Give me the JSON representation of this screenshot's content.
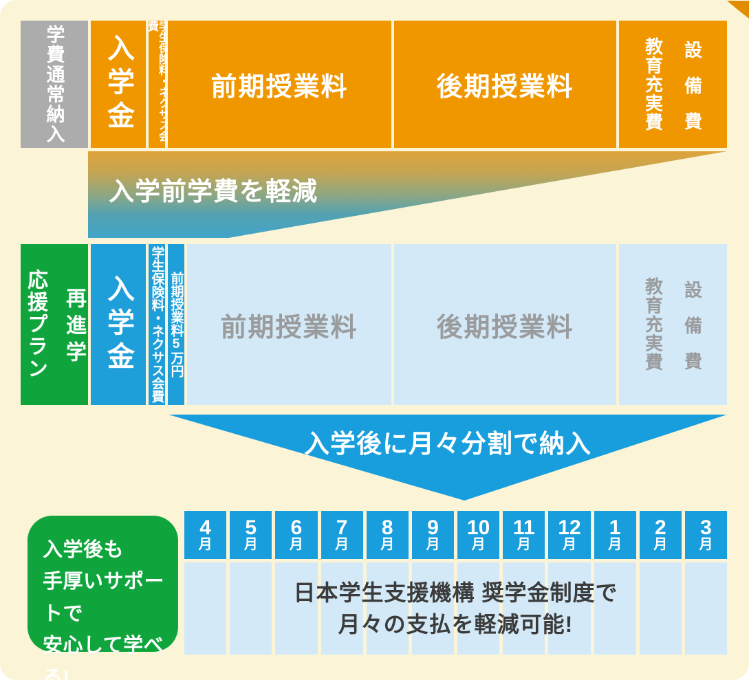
{
  "colors": {
    "card_background": "#FBF4D7",
    "orange": "#F09700",
    "gray_label": "#ACACAD",
    "green": "#0FA53C",
    "blue": "#1E9FDA",
    "light_blue": "#D3E9F7",
    "light_blue_text": "#9A9B9D",
    "note_text": "#3B3B3B",
    "wedge_gradient_top": "#DFA33A",
    "wedge_gradient_bottom": "#41A4C9"
  },
  "row_normal": {
    "label": "学費通常納入",
    "admission_fee": "入学金",
    "insurance_fee": "学生保険料・ネクサス会費",
    "first_tuition": "前期授業料",
    "second_tuition": "後期授業料",
    "facility_fee_col_left": "教育充実費",
    "facility_fee_col_right": "設備費"
  },
  "banners": {
    "pre_admission": "入学前学費を軽減",
    "installment": "入学後に月々分割で納入"
  },
  "row_plan": {
    "label_col_right": "再進学",
    "label_col_left": "応援プラン",
    "admission_fee": "入学金",
    "insurance_fee": "学生保険料・ネクサス会費",
    "first_tuition_deposit": "前期授業料5万円",
    "first_tuition": "前期授業料",
    "second_tuition": "後期授業料",
    "facility_fee_col_left": "教育充実費",
    "facility_fee_col_right": "設備費"
  },
  "support_box": {
    "line1": "入学後も",
    "line2": "手厚いサポートで",
    "line3": "安心して学べる!"
  },
  "calendar": {
    "months": [
      "4",
      "5",
      "6",
      "7",
      "8",
      "9",
      "10",
      "11",
      "12",
      "1",
      "2",
      "3"
    ],
    "month_unit": "月",
    "note_line1": "日本学生支援機構 奨学金制度で",
    "note_line2": "月々の支払を軽減可能!"
  }
}
